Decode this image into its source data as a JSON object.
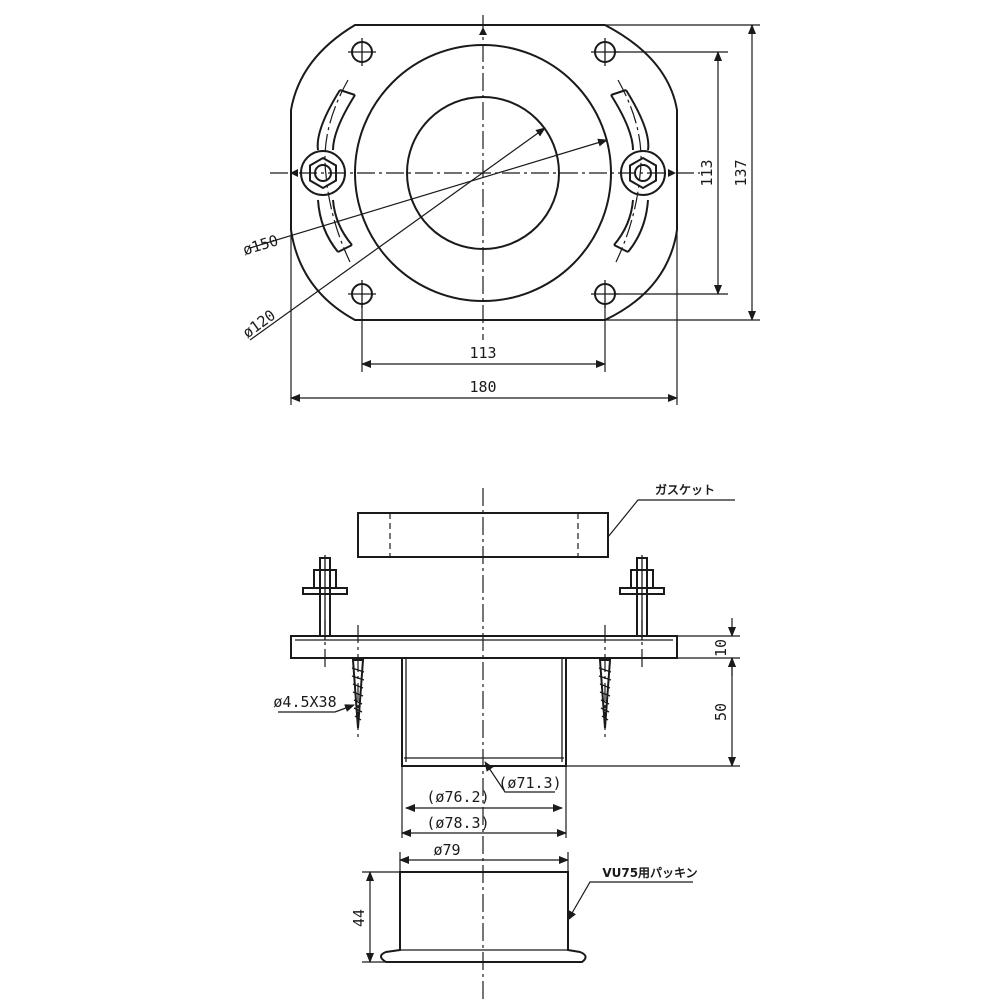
{
  "plan_view": {
    "dim_dia_150": "ø150",
    "dim_dia_120": "ø120",
    "dim_hole_pitch_v": "113",
    "dim_total_v": "137",
    "dim_hole_pitch_h": "113",
    "dim_total_h": "180"
  },
  "side_view": {
    "gasket_label": "ガスケット",
    "screw_label": "ø4.5X38",
    "dim_flange_thickness": "10",
    "dim_body_height": "50",
    "dim_inner_small": "(ø71.3)",
    "dim_inner": "(ø76.2)",
    "dim_outer": "(ø78.3)"
  },
  "packing_view": {
    "dim_dia": "ø79",
    "dim_height": "44",
    "packing_label": "VU75用パッキン"
  }
}
